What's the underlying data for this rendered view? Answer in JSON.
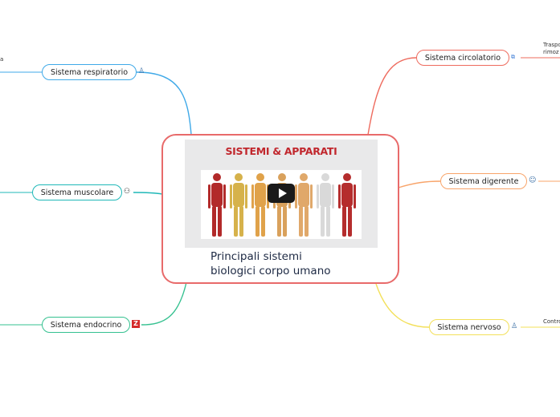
{
  "central": {
    "title": "Principali sistemi\nbiologici corpo umano",
    "video_title": "SISTEMI & APPARATI"
  },
  "nodes": {
    "respiratorio": {
      "label": "Sistema respiratorio",
      "note": "a",
      "color": "#3fa9e8"
    },
    "muscolare": {
      "label": "Sistema muscolare",
      "color": "#1fb8b8"
    },
    "endocrino": {
      "label": "Sistema endocrino",
      "color": "#35c190"
    },
    "circolatorio": {
      "label": "Sistema circolatorio",
      "note": "Traspo\nrimoz",
      "color": "#ee6b5e"
    },
    "digerente": {
      "label": "Sistema digerente",
      "color": "#f8a46a"
    },
    "nervoso": {
      "label": "Sistema nervoso",
      "note": "Contro",
      "color": "#f3e05a"
    }
  },
  "icons": {
    "respiratorio": "person-outline-icon",
    "muscolare": "weight-lifter-icon",
    "endocrino": "red-z-icon",
    "circolatorio": "dna-icon",
    "digerente": "face-icon",
    "nervoso": "person-outline-icon"
  },
  "figure_colors": [
    "#b22a2a",
    "#d6b24b",
    "#e0a24a",
    "#d9a15c",
    "#e0a86a",
    "#d9d9d9",
    "#b52d2d"
  ]
}
